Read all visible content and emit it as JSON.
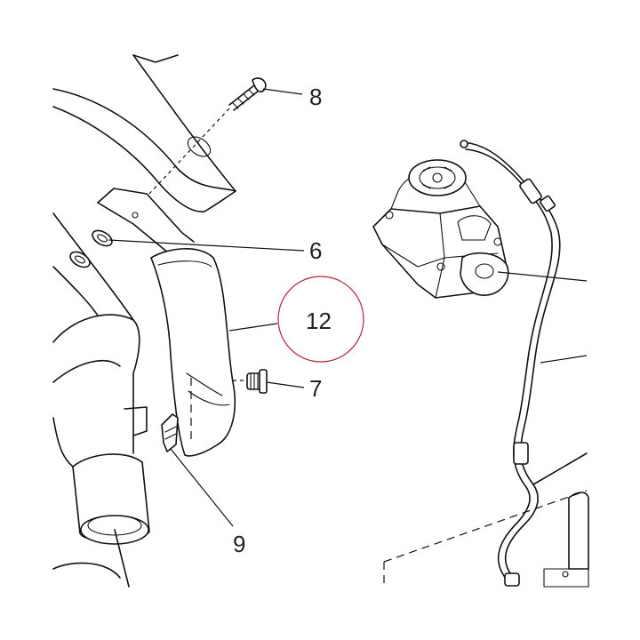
{
  "callouts": {
    "c8": "8",
    "c6": "6",
    "c12": "12",
    "c7": "7",
    "c9": "9"
  },
  "colors": {
    "line": "#111111",
    "highlight_circle": "#b0243a",
    "background": "#ffffff"
  }
}
